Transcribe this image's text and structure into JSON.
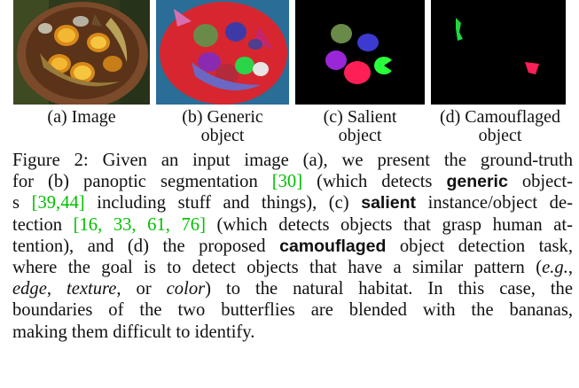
{
  "figure": {
    "subfigures": [
      {
        "label": "(a) Image",
        "label2": ""
      },
      {
        "label": "(b) Generic",
        "label2": "object"
      },
      {
        "label": "(c) Salient",
        "label2": "object"
      },
      {
        "label": "(d) Camouflaged",
        "label2": "object"
      }
    ]
  },
  "caption": {
    "l1a": "Figure 2: Given an input image (a), we present the ground-truth",
    "l2a": "for (b) panoptic segmentation ",
    "l2r": "[30]",
    "l2b": " (which detects ",
    "l2bold": "generic",
    "l2c": " object-",
    "l3a": "s ",
    "l3r1": "[39,44]",
    "l3b": " including stuff and things), (c) ",
    "l3bold": "salient",
    "l3c": " instance/object de-",
    "l4a": "tection ",
    "l4r1": "[16, 33, 61, 76]",
    "l4b": " (which detects objects that grasp human at-",
    "l5a": "tention), and (d) the proposed ",
    "l5bold": "camouflaged",
    "l5b": " object detection task,",
    "l6a": "where the goal is to detect objects that have a similar pattern (",
    "l6i": "e.g.",
    "l6b": ",",
    "l7i1": "edge",
    "l7a": ", ",
    "l7i2": "texture",
    "l7b": ", or ",
    "l7i3": "color",
    "l7c": ") to the natural habitat.  In this case, the",
    "l8a": "boundaries of the two butterflies are blended with the bananas,",
    "l9a": "making them difficult to identify."
  }
}
